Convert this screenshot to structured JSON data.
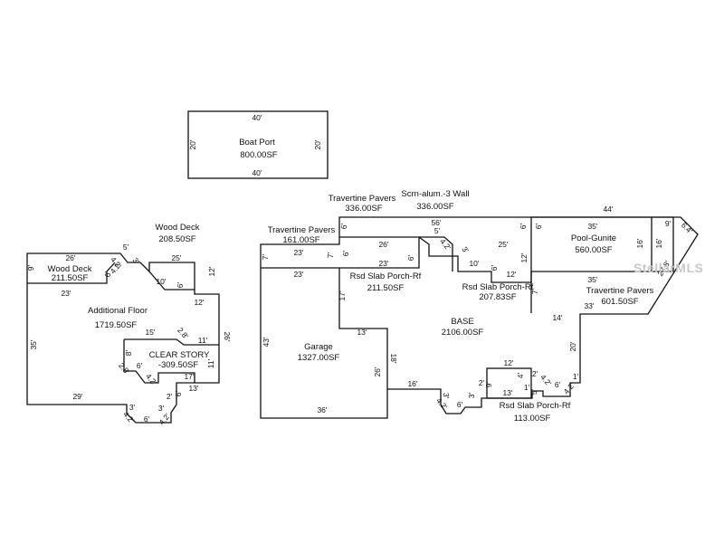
{
  "boat_port": {
    "label": "Boat Port",
    "area": "800.00SF",
    "dims": [
      "40'",
      "20'",
      "20'",
      "40'"
    ]
  },
  "wood_deck_top": {
    "label": "Wood Deck",
    "area": "208.50SF"
  },
  "wood_deck_inner": {
    "label": "Wood Deck",
    "area": "211.50SF"
  },
  "additional_floor": {
    "label": "Additional Floor",
    "area": "1719.50SF"
  },
  "clear_story": {
    "label": "CLEAR STORY",
    "area": "-309.50SF"
  },
  "travertine_pavers_left": {
    "label": "Travertine Pavers",
    "area": "161.00SF"
  },
  "travertine_pavers_top": {
    "label": "Travertine Pavers",
    "area": "336.00SF"
  },
  "scrn_wall": {
    "label": "Scrn-alum.-3 Wall",
    "area": "336.00SF"
  },
  "pool": {
    "label": "Pool-Gunite",
    "area": "560.00SF"
  },
  "travertine_pavers_right": {
    "label": "Travertine Pavers",
    "area": "601.50SF"
  },
  "rsd_slab_1": {
    "label": "Rsd Slab Porch-Rf",
    "area": "211.50SF"
  },
  "rsd_slab_2": {
    "label": "Rsd Slab Porch-Rf",
    "area": "207.83SF"
  },
  "rsd_slab_3": {
    "label": "Rsd Slab Porch-Rf",
    "area": "113.00SF"
  },
  "base": {
    "label": "BASE",
    "area": "2106.00SF"
  },
  "garage": {
    "label": "Garage",
    "area": "1327.00SF"
  },
  "dims_left": [
    "26'",
    "5'",
    "4.2'",
    "3'",
    "25'",
    "6'",
    "4.2'",
    "9'",
    "10'",
    "6'",
    "12'",
    "23'",
    "12'",
    "35'",
    "15'",
    "2.8'",
    "11'",
    "26'",
    "8'",
    "6'",
    "2.8'",
    "4.2'",
    "17'",
    "11'",
    "13'",
    "6'",
    "2'",
    "29'",
    "3'",
    "4.2'",
    "6'",
    "3'",
    "4.2'"
  ],
  "dims_right": [
    "44'",
    "6'",
    "56'",
    "6'",
    "5'",
    "9'",
    "6'",
    "35'",
    "16'",
    "16'",
    "7'",
    "23'",
    "26'",
    "7'",
    "25'",
    "3'",
    "4.2'",
    "6'",
    "12'",
    "23'",
    "23'",
    "6'",
    "10'",
    "6'",
    "12'",
    "7'",
    "35'",
    "33'",
    "27.8'",
    "6.4'",
    "17'",
    "13'",
    "43'",
    "14'",
    "20'",
    "18'",
    "26'",
    "16'",
    "3'",
    "4.2'",
    "6'",
    "3'",
    "2'",
    "9'",
    "12'",
    "4'",
    "2'",
    "1'",
    "13'",
    "5'",
    "4.2'",
    "6'",
    "4.2'",
    "1'",
    "36'"
  ],
  "watermark": "StellarMLS"
}
